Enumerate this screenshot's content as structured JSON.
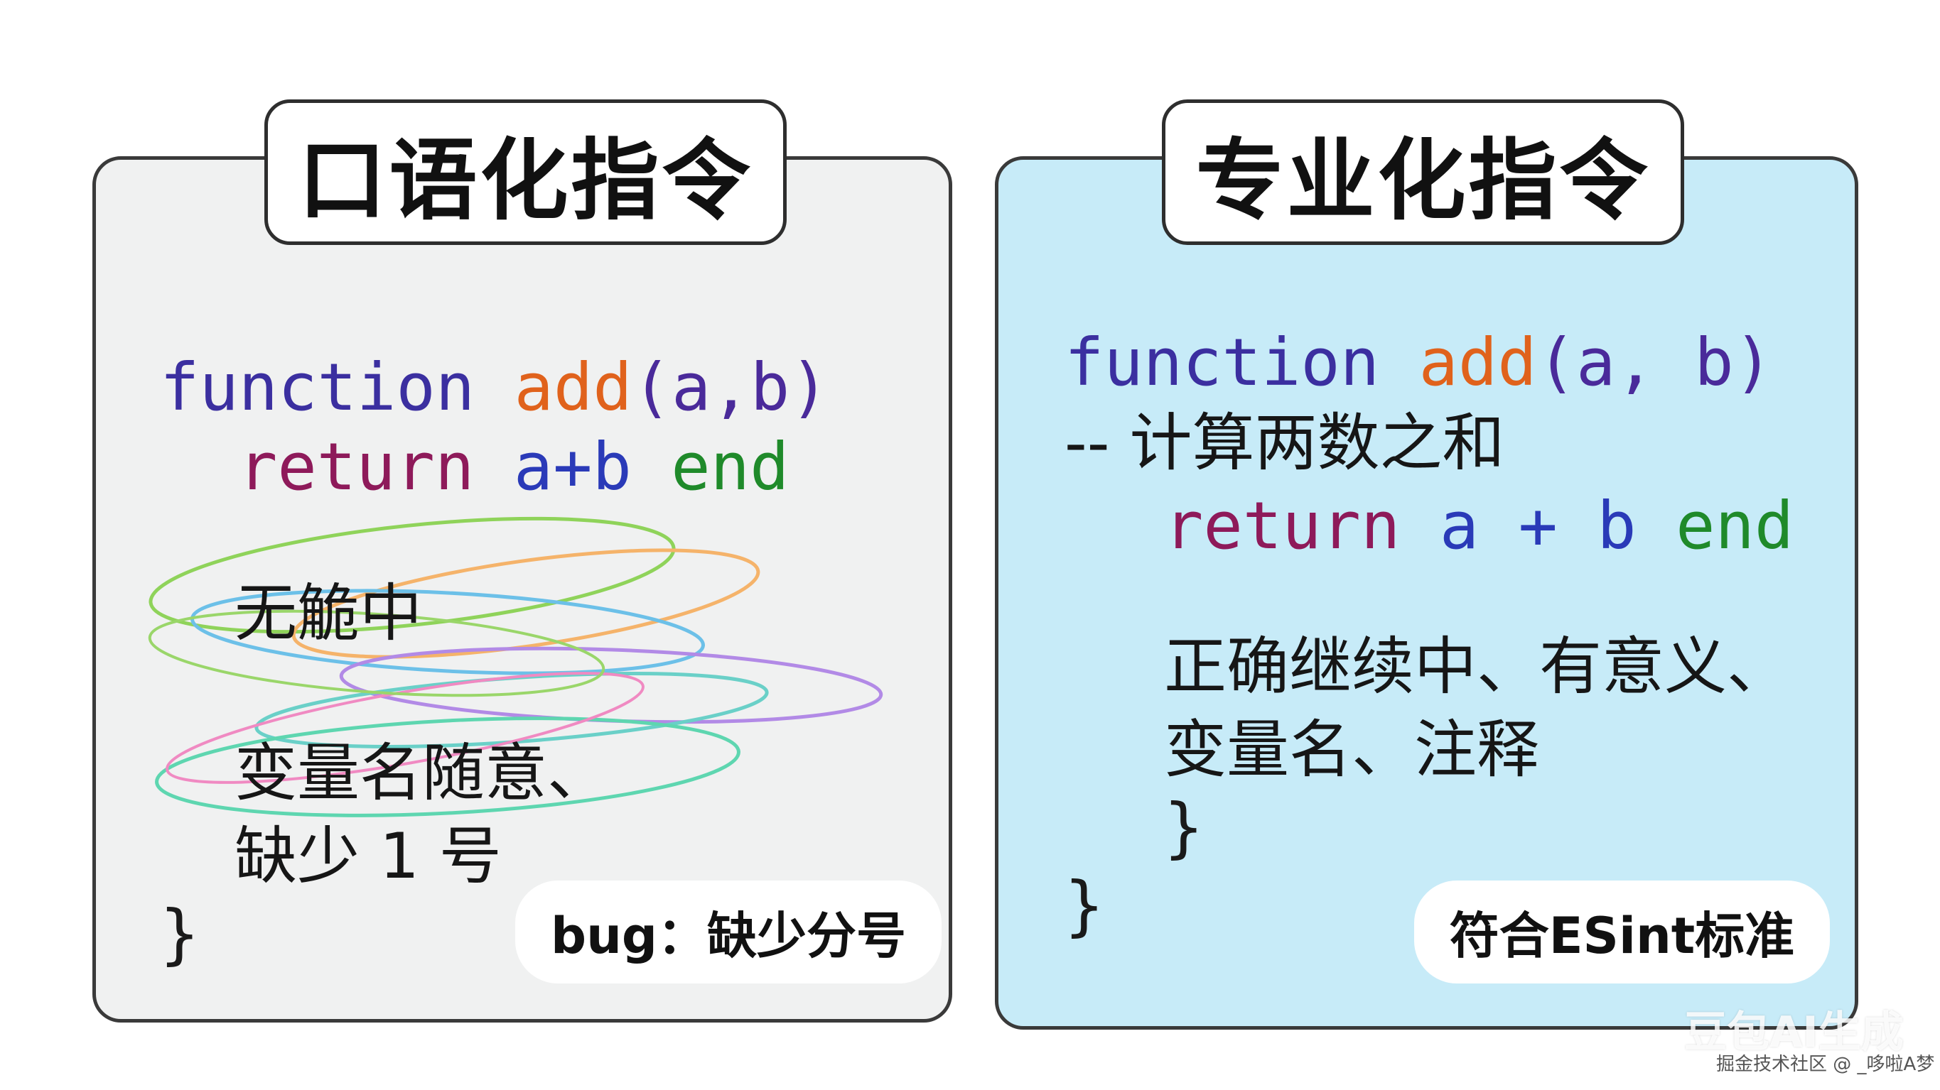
{
  "left": {
    "title": "口语化指令",
    "code_line1": {
      "kw": "function",
      "name": "add",
      "params": "(a,b)"
    },
    "code_line2": {
      "kw": "return",
      "expr": "a+b",
      "end": "end"
    },
    "note1": "无觤中",
    "note2": "变量名随意、",
    "note3": "缺少 1 号",
    "closing": "}",
    "badge": "bug：缺少分号"
  },
  "right": {
    "title": "专业化指令",
    "code_line1": {
      "kw": "function",
      "name": "add",
      "params": "(a, b)"
    },
    "comment": "-- 计算两数之和",
    "code_line3": {
      "kw": "return",
      "expr": "a + b",
      "end": "end"
    },
    "note1": "正确继续中、有意义、",
    "note2": "变量名、注释",
    "inner_closing": "}",
    "closing": "}",
    "badge": "符合ESint标准"
  },
  "watermark": {
    "logo": "豆包AI生成",
    "sub": "掘金技术社区 @ _哆啦A梦"
  },
  "colors": {
    "left_panel_bg": "#f0f1f1",
    "right_panel_bg": "#c7ebf8",
    "keyword_function": "#3b2fa0",
    "function_name": "#e0621c",
    "keyword_return": "#8e1a5a",
    "keyword_end": "#1f8a2a"
  }
}
